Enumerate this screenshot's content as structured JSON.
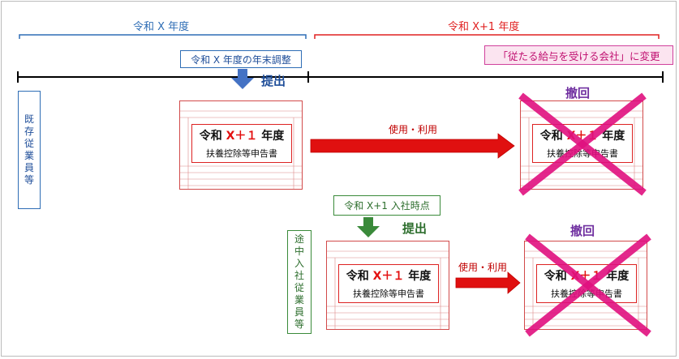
{
  "timeline": {
    "year_x_label": "令和 X 年度",
    "year_x1_label": "令和 X+1 年度",
    "colors": {
      "year_x": "#2e6db5",
      "year_x1": "#e02020",
      "axis": "#000000"
    }
  },
  "callouts": {
    "year_end_adjustment": "令和 X 年度の年末調整",
    "main_company_change": "「従たる給与を受ける会社」に変更",
    "join_date": "令和 X+1 入社時点"
  },
  "labels": {
    "submit_top": "提出",
    "submit_bottom": "提出",
    "use_top": "使用・利用",
    "use_bottom": "使用・利用",
    "withdraw_top": "撤回",
    "withdraw_bottom": "撤回"
  },
  "employee_groups": {
    "existing": [
      "既",
      "存",
      "従",
      "業",
      "員",
      "等"
    ],
    "mid_year": [
      "途",
      "中",
      "入",
      "社",
      "従",
      "業",
      "員",
      "等"
    ]
  },
  "form": {
    "title_prefix": "令和",
    "title_year": "X＋１",
    "title_suffix": "年度",
    "subtitle": "扶養控除等申告書"
  },
  "colors": {
    "blue_arrow": "#4472c4",
    "green_arrow": "#3a8a3a",
    "red_arrow": "#e01010",
    "cross": "#e0107f",
    "withdraw_text": "#7030a0",
    "callout_magenta_bg": "#fbe4f0"
  }
}
